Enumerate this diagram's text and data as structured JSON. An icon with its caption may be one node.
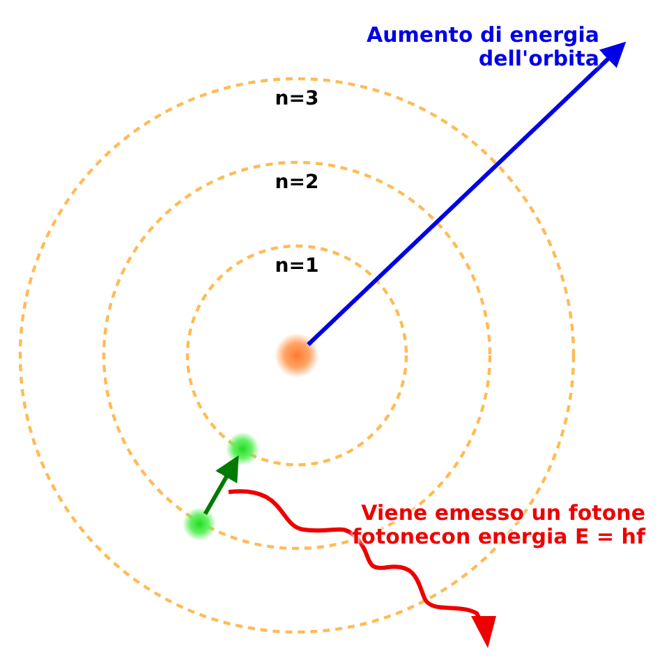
{
  "diagram": {
    "nodes": [
      {
        "text": [
          "n=3"
        ]
      },
      {
        "text": [
          "n=2"
        ],
        "in": 0
      },
      {
        "text": [
          "n=1"
        ],
        "in": 1
      },
      {
        "text": [],
        "shape": "circle",
        "in": 2
      },
      {
        "text": [],
        "shape": "circle",
        "in": 2
      },
      {
        "text": [],
        "shape": "circle",
        "in": 1
      }
    ],
    "edges": [
      {
        "from": 3,
        "to": null,
        "arrow": "to",
        "label": "Aumento di energia dell'orbita",
        "color": "#0000e6"
      },
      {
        "from": 5,
        "to": 4,
        "arrow": "to",
        "color": "#007a00"
      }
    ],
    "labels": [
      "Viene emesso un fotone fotonecon energia E = hf"
    ]
  }
}
